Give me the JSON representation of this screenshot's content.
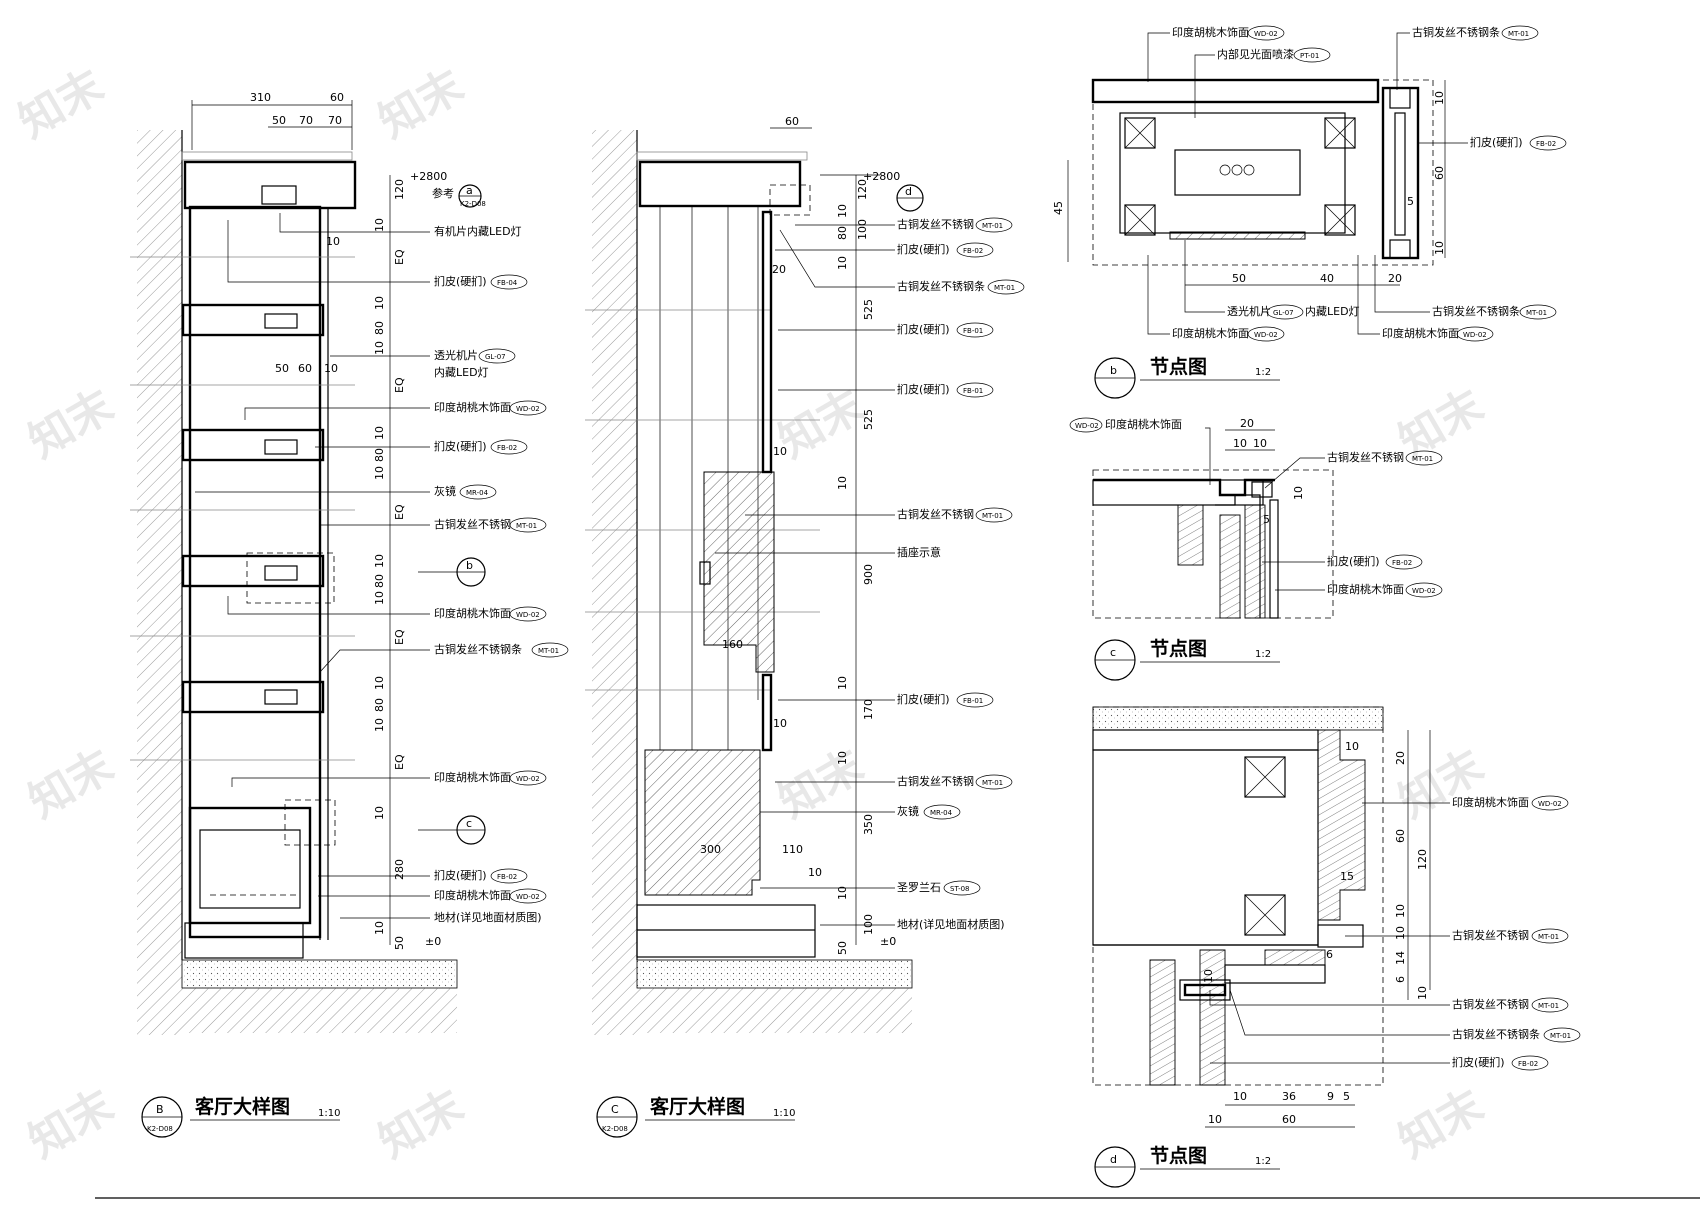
{
  "drawings": {
    "B": {
      "id": "B",
      "ref": "K2-D08",
      "title": "客厅大样图",
      "scale": "1:10",
      "top_dims": [
        "310",
        "60",
        "50",
        "70",
        "70"
      ],
      "level": "+2800",
      "ref_note": "参考",
      "ref_callout": {
        "letter": "a",
        "sheet": "K2-D08"
      },
      "vert_dims": [
        "120",
        "10",
        "EQ",
        "10",
        "80",
        "10",
        "EQ",
        "10",
        "80",
        "10",
        "EQ",
        "10",
        "80",
        "10",
        "EQ",
        "10",
        "80",
        "10",
        "EQ",
        "10",
        "280",
        "10",
        "50"
      ],
      "inner_dims": [
        "10",
        "50",
        "60",
        "10"
      ],
      "floor_level": "±0",
      "callouts": [
        {
          "letter": "b"
        },
        {
          "letter": "c"
        }
      ],
      "labels": [
        {
          "text": "有机片内藏LED灯",
          "tag": ""
        },
        {
          "text": "扪皮(硬扪)",
          "tag": "FB-04"
        },
        {
          "text": "透光机片",
          "tag": "GL-07"
        },
        {
          "text": "内藏LED灯",
          "tag": ""
        },
        {
          "text": "印度胡桃木饰面",
          "tag": "WD-02"
        },
        {
          "text": "扪皮(硬扪)",
          "tag": "FB-02"
        },
        {
          "text": "灰镜",
          "tag": "MR-04"
        },
        {
          "text": "古铜发丝不锈钢",
          "tag": "MT-01"
        },
        {
          "text": "印度胡桃木饰面",
          "tag": "WD-02"
        },
        {
          "text": "古铜发丝不锈钢条",
          "tag": "MT-01"
        },
        {
          "text": "印度胡桃木饰面",
          "tag": "WD-02"
        },
        {
          "text": "扪皮(硬扪)",
          "tag": "FB-02"
        },
        {
          "text": "印度胡桃木饰面",
          "tag": "WD-02"
        },
        {
          "text": "地材(详见地面材质图)",
          "tag": ""
        }
      ]
    },
    "C": {
      "id": "C",
      "ref": "K2-D08",
      "title": "客厅大样图",
      "scale": "1:10",
      "top_dims": [
        "60"
      ],
      "level": "+2800",
      "callout": {
        "letter": "d"
      },
      "vert_dims": [
        "120",
        "10",
        "80",
        "100",
        "10",
        "525",
        "525",
        "10",
        "900",
        "10",
        "170",
        "10",
        "350",
        "10",
        "100",
        "50"
      ],
      "inner_dims": [
        "20",
        "10",
        "160",
        "10",
        "300",
        "110",
        "10"
      ],
      "floor_level": "±0",
      "labels": [
        {
          "text": "古铜发丝不锈钢",
          "tag": "MT-01"
        },
        {
          "text": "扪皮(硬扪)",
          "tag": "FB-02"
        },
        {
          "text": "古铜发丝不锈钢条",
          "tag": "MT-01"
        },
        {
          "text": "扪皮(硬扪)",
          "tag": "FB-01"
        },
        {
          "text": "扪皮(硬扪)",
          "tag": "FB-01"
        },
        {
          "text": "古铜发丝不锈钢",
          "tag": "MT-01"
        },
        {
          "text": "插座示意",
          "tag": ""
        },
        {
          "text": "扪皮(硬扪)",
          "tag": "FB-01"
        },
        {
          "text": "古铜发丝不锈钢",
          "tag": "MT-01"
        },
        {
          "text": "灰镜",
          "tag": "MR-04"
        },
        {
          "text": "圣罗兰石",
          "tag": "ST-08"
        },
        {
          "text": "地材(详见地面材质图)",
          "tag": ""
        }
      ]
    },
    "b": {
      "id": "b",
      "title": "节点图",
      "scale": "1:2",
      "dims": [
        "45",
        "10",
        "60",
        "5",
        "10",
        "50",
        "40",
        "20"
      ],
      "labels_top": [
        {
          "text": "印度胡桃木饰面",
          "tag": "WD-02"
        },
        {
          "text": "内部见光面喷漆",
          "tag": "PT-01"
        },
        {
          "text": "古铜发丝不锈钢条",
          "tag": "MT-01"
        }
      ],
      "labels_right": [
        {
          "text": "扪皮(硬扪)",
          "tag": "FB-02"
        }
      ],
      "labels_bottom": [
        {
          "text": "透光机片",
          "tag": "GL-07",
          "suffix": "内藏LED灯"
        },
        {
          "text": "古铜发丝不锈钢条",
          "tag": "MT-01"
        },
        {
          "text": "印度胡桃木饰面",
          "tag": "WD-02"
        },
        {
          "text": "印度胡桃木饰面",
          "tag": "WD-02"
        }
      ]
    },
    "c": {
      "id": "c",
      "title": "节点图",
      "scale": "1:2",
      "dims": [
        "20",
        "10",
        "10",
        "10",
        "5"
      ],
      "labels": [
        {
          "text": "印度胡桃木饰面",
          "tag": "WD-02"
        },
        {
          "text": "古铜发丝不锈钢",
          "tag": "MT-01"
        },
        {
          "text": "扪皮(硬扪)",
          "tag": "FB-02"
        },
        {
          "text": "印度胡桃木饰面",
          "tag": "WD-02"
        }
      ]
    },
    "d": {
      "id": "d",
      "title": "节点图",
      "scale": "1:2",
      "dims": [
        "10",
        "20",
        "60",
        "120",
        "15",
        "10",
        "10",
        "14",
        "6",
        "10",
        "6",
        "10",
        "10",
        "36",
        "9",
        "5",
        "10",
        "60"
      ],
      "labels": [
        {
          "text": "印度胡桃木饰面",
          "tag": "WD-02"
        },
        {
          "text": "古铜发丝不锈钢",
          "tag": "MT-01"
        },
        {
          "text": "古铜发丝不锈钢",
          "tag": "MT-01"
        },
        {
          "text": "古铜发丝不锈钢条",
          "tag": "MT-01"
        },
        {
          "text": "扪皮(硬扪)",
          "tag": "FB-02"
        }
      ]
    }
  },
  "watermark": "知末"
}
